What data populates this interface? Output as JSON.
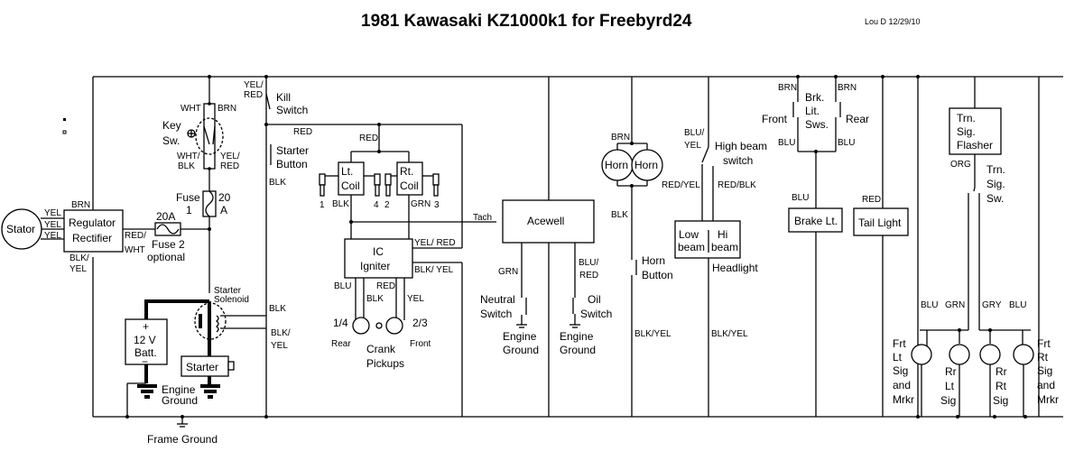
{
  "title": "1981 Kawasaki KZ1000k1 for Freebyrd24",
  "credit": "Lou D 12/29/10",
  "components": {
    "stator": "Stator",
    "regulator": [
      "Regulator",
      "Rectifier"
    ],
    "fuse2": {
      "rating": "20A",
      "label": [
        "Fuse 2",
        "optional"
      ]
    },
    "fuse1": {
      "label": [
        "Fuse",
        "1"
      ],
      "rating": [
        "20",
        "A"
      ]
    },
    "key_switch": [
      "Key",
      "Sw."
    ],
    "battery": {
      "plus": "+",
      "voltage": "12 V",
      "label": "Batt.",
      "minus": "−"
    },
    "starter_solenoid": [
      "Starter",
      "Solenoid"
    ],
    "starter": "Starter",
    "engine_ground": [
      "Engine",
      "Ground"
    ],
    "frame_ground": "Frame Ground",
    "kill_switch": [
      "Kill",
      "Switch"
    ],
    "starter_button": [
      "Starter",
      "Button"
    ],
    "lt_coil": [
      "Lt.",
      "Coil"
    ],
    "rt_coil": [
      "Rt.",
      "Coil"
    ],
    "plugs": [
      "1",
      "4",
      "2",
      "3"
    ],
    "tach": "Tach",
    "ic_igniter": [
      "IC",
      "Igniter"
    ],
    "pickups": {
      "left": "1/4",
      "left_pos": "Rear",
      "right": "2/3",
      "right_pos": "Front",
      "label": [
        "Crank",
        "Pickups"
      ]
    },
    "acewell": "Acewell",
    "neutral_switch": [
      "Neutral",
      "Switch"
    ],
    "oil_switch": [
      "Oil",
      "Switch"
    ],
    "horn": "Horn",
    "horn_button": [
      "Horn",
      "Button"
    ],
    "high_beam_switch": [
      "High beam",
      "switch"
    ],
    "headlight": {
      "low": [
        "Low",
        "beam"
      ],
      "hi": [
        "Hi",
        "beam"
      ],
      "label": "Headlight"
    },
    "brake_switches": {
      "label": [
        "Brk.",
        "Lit.",
        "Sws."
      ],
      "front": "Front",
      "rear": "Rear"
    },
    "brake_light": "Brake Lt.",
    "tail_light": "Tail Light",
    "flasher": [
      "Trn.",
      "Sig.",
      "Flasher"
    ],
    "turn_switch": [
      "Trn.",
      "Sig.",
      "Sw."
    ],
    "frt_lt": [
      "Frt",
      "Lt",
      "Sig",
      "and",
      "Mrkr"
    ],
    "rr_lt": [
      "Rr",
      "Lt",
      "Sig"
    ],
    "rr_rt": [
      "Rr",
      "Rt",
      "Sig"
    ],
    "frt_rt": [
      "Frt",
      "Rt",
      "Sig",
      "and",
      "Mrkr"
    ]
  },
  "wires": {
    "yel1": "YEL",
    "yel2": "YEL",
    "yel3": "YEL",
    "reg_brn": "BRN",
    "reg_redwht": [
      "RED/",
      "WHT"
    ],
    "reg_blkyel": [
      "BLK/",
      "YEL"
    ],
    "key_wht": "WHT",
    "key_brn": "BRN",
    "key_whtblk": [
      "WHT/",
      "BLK"
    ],
    "key_yelred": [
      "YEL/",
      "RED"
    ],
    "kill_yelred": [
      "YEL/",
      "RED"
    ],
    "red_main": "RED",
    "red_coil": "RED",
    "btn_blk": "BLK",
    "coil_blk": "BLK",
    "coil_grn": "GRN",
    "ign_yelred": "YEL/ RED",
    "ign_blkyel": "BLK/ YEL",
    "pick_blu": "BLU",
    "pick_blk": "BLK",
    "pick_red": "RED",
    "pick_yel": "YEL",
    "sol_blk": "BLK",
    "sol_blkyel": [
      "BLK/",
      "YEL"
    ],
    "ace_grn": "GRN",
    "ace_blured": [
      "BLU/",
      "RED"
    ],
    "horn_brn": "BRN",
    "horn_blk": "BLK",
    "horn_blkyel": "BLK/YEL",
    "hb_bluyel": [
      "BLU/",
      "YEL"
    ],
    "hb_redyel": "RED/YEL",
    "hb_redblk": "RED/BLK",
    "head_blkyel": "BLK/YEL",
    "brk_brn1": "BRN",
    "brk_brn2": "BRN",
    "brk_blu1": "BLU",
    "brk_blu2": "BLU",
    "brk_blu3": "BLU",
    "tail_red": "RED",
    "flash_org": "ORG",
    "sig_blu1": "BLU",
    "sig_grn": "GRN",
    "sig_gry": "GRY",
    "sig_blu2": "BLU"
  }
}
